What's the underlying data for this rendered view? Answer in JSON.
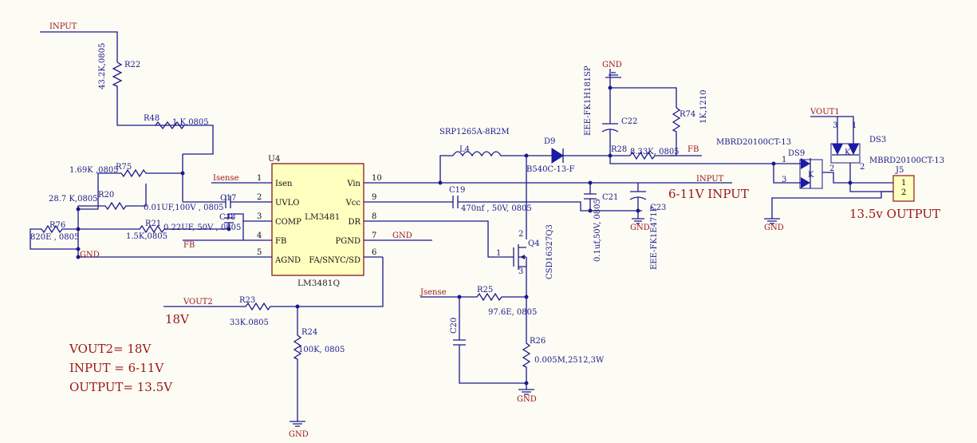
{
  "chip": {
    "designator": "U4",
    "part": "LM3481",
    "name": "LM3481Q"
  },
  "pins": {
    "p1": "1",
    "p2": "2",
    "p3": "3",
    "p4": "4",
    "p5": "5",
    "p6": "6",
    "p7": "7",
    "p8": "8",
    "p9": "9",
    "p10": "10",
    "isen": "Isen",
    "uvlo": "UVLO",
    "comp": "COMP",
    "fb": "FB",
    "agnd": "AGND",
    "vin": "Vin",
    "vcc": "Vcc",
    "dr": "DR",
    "pgnd": "PGND",
    "fa": "FA/SNYC/SD"
  },
  "nets": {
    "input_top": "INPUT",
    "isense_left": "Isense",
    "fb_left": "FB",
    "gnd_left": "GND",
    "vout2": "VOUT2",
    "gnd_r24": "GND",
    "gnd_pgnd": "GND",
    "jsense": "Jsense",
    "gnd_r26": "GND",
    "gnd_c22": "GND",
    "fb_right": "FB",
    "input_right": "INPUT",
    "gnd_c23": "GND",
    "vout1": "VOUT1",
    "gnd_j5": "GND"
  },
  "components": {
    "r22": {
      "ref": "R22",
      "value": "43.2K,0805"
    },
    "r48": {
      "ref": "R48",
      "value": "1 K,0805"
    },
    "r75": {
      "ref": "R75",
      "value": "1.69K ,0805"
    },
    "r20": {
      "ref": "R20",
      "value": "28.7 K,0805"
    },
    "r76": {
      "ref": "R76",
      "value": "820E , 0805"
    },
    "r21": {
      "ref": "R21",
      "value": "1.5K,0805"
    },
    "c17": {
      "ref": "C17",
      "value": "0.01UF,100V , 0805"
    },
    "c18": {
      "ref": "C18",
      "value": "0.22UF, 50V , 0805"
    },
    "r23": {
      "ref": "R23",
      "value": "33K.0805"
    },
    "r24": {
      "ref": "R24",
      "value": "100K, 0805"
    },
    "l4": {
      "ref": "L4",
      "value": "SRP1265A-8R2M"
    },
    "d9": {
      "ref": "D9",
      "value": "B540C-13-F"
    },
    "c19": {
      "ref": "C19",
      "value": "470nf , 50V, 0805"
    },
    "c21": {
      "ref": "C21",
      "value": "0.1uf,50V, 0805"
    },
    "c23": {
      "ref": "C23",
      "value": "EEE-FK1E471P"
    },
    "c22": {
      "ref": "C22",
      "value": "EEE-FK1H181SP"
    },
    "r28": {
      "ref": "R28",
      "value": "8.33K, 0805"
    },
    "r74": {
      "ref": "R74",
      "value": "1K,1210"
    },
    "q4": {
      "ref": "Q4",
      "value": "CSD16327Q3",
      "pin1": "1",
      "pin2": "2",
      "pin3": "3"
    },
    "r25": {
      "ref": "R25",
      "value": "97.6E, 0805"
    },
    "c20": {
      "ref": "C20"
    },
    "r26": {
      "ref": "R26",
      "value": "0.005M,2512,3W"
    },
    "ds9": {
      "ref": "DS9",
      "value": "MBRD20100CT-13",
      "k": "K",
      "pin1": "1",
      "pin2": "2",
      "pin3": "3"
    },
    "ds3": {
      "ref": "DS3",
      "value": "MBRD20100CT-13",
      "k": "K",
      "pin1": "1",
      "pin2": "2",
      "pin3": "3"
    },
    "j5": {
      "ref": "J5",
      "pin1": "1",
      "pin2": "2"
    }
  },
  "labels": {
    "v18": "18V",
    "input_range": "6-11V INPUT",
    "output": "13.5v OUTPUT"
  },
  "notes": {
    "vout2": "VOUT2= 18V",
    "input": "INPUT = 6-11V",
    "output": "OUTPUT= 13.5V"
  }
}
